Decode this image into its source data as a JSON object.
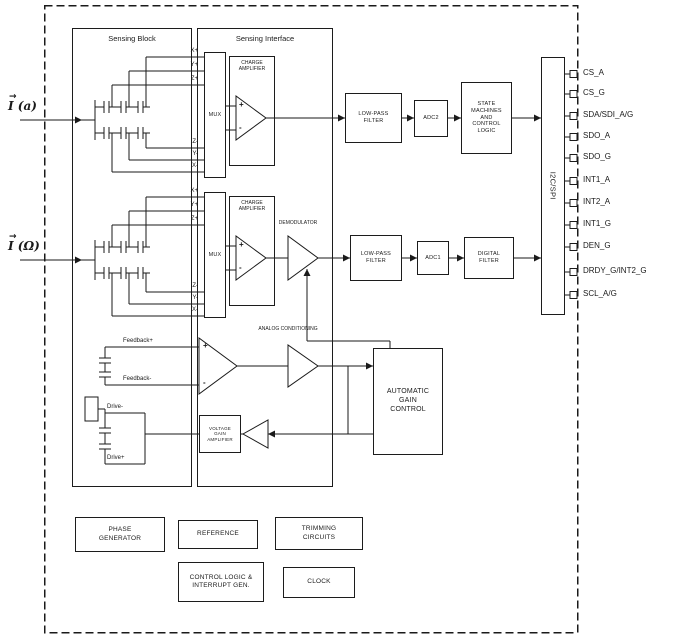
{
  "inputs": {
    "accel": {
      "label": "I (a)",
      "arrow": "→"
    },
    "gyro": {
      "label": "I (Ω)",
      "arrow": "→"
    }
  },
  "sections": {
    "sensing_block": "Sensing Block",
    "sensing_interface": "Sensing Interface"
  },
  "electrodes": [
    "X+",
    "Y+",
    "Z+",
    "Z-",
    "Y-",
    "X-"
  ],
  "mems": {
    "feedback_plus": "Feedback+",
    "feedback_minus": "Feedback-",
    "drive_minus": "Drive-",
    "drive_plus": "Drive+"
  },
  "opamp": {
    "plus": "+",
    "minus": "-"
  },
  "blocks": {
    "mux": "MUX",
    "charge_amplifier": "CHARGE AMPLIFIER",
    "demodulator": "DEMODULATOR",
    "low_pass_filter": "LOW-PASS FILTER",
    "adc2": "ADC2",
    "adc1": "ADC1",
    "state_machines": "STATE MACHINES AND CONTROL LOGIC",
    "digital_filter": "DIGITAL FILTER",
    "analog_conditioning": "ANALOG CONDITIONING",
    "automatic_gain_control": "AUTOMATIC GAIN CONTROL",
    "voltage_gain_amplifier": "VOLTAGE GAIN AMPLIFIER",
    "i2c_spi": "I2C/SPI",
    "phase_generator": "PHASE GENERATOR",
    "reference": "REFERENCE",
    "trimming_circuits": "TRIMMING CIRCUITS",
    "control_logic": "CONTROL LOGIC & INTERRUPT GEN.",
    "clock": "CLOCK"
  },
  "pins": [
    "CS_A",
    "CS_G",
    "SDA/SDI_A/G",
    "SDO_A",
    "SDO_G",
    "INT1_A",
    "INT2_A",
    "INT1_G",
    "DEN_G",
    "DRDY_G/INT2_G",
    "SCL_A/G"
  ]
}
